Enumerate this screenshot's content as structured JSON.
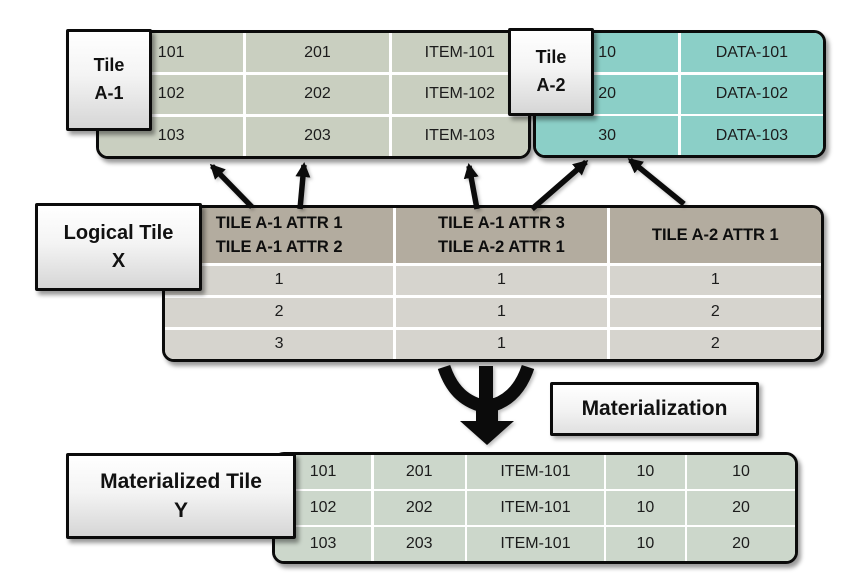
{
  "tiles": {
    "a1": {
      "label": [
        "Tile",
        "A-1"
      ],
      "rows": [
        [
          "101",
          "201",
          "ITEM-101"
        ],
        [
          "102",
          "202",
          "ITEM-102"
        ],
        [
          "103",
          "203",
          "ITEM-103"
        ]
      ]
    },
    "a2": {
      "label": [
        "Tile",
        "A-2"
      ],
      "rows": [
        [
          "10",
          "DATA-101"
        ],
        [
          "20",
          "DATA-102"
        ],
        [
          "30",
          "DATA-103"
        ]
      ]
    },
    "logical": {
      "label": [
        "Logical Tile",
        "X"
      ],
      "header_columns": [
        [
          "TILE A-1 ATTR 1",
          "TILE A-1 ATTR 2"
        ],
        [
          "TILE A-1 ATTR 3",
          "TILE A-2 ATTR 1"
        ],
        [
          "TILE A-2 ATTR 1"
        ]
      ],
      "rows": [
        [
          "1",
          "1",
          "1"
        ],
        [
          "2",
          "1",
          "2"
        ],
        [
          "3",
          "1",
          "2"
        ]
      ]
    },
    "materialized": {
      "label": [
        "Materialized Tile",
        "Y"
      ],
      "rows": [
        [
          "101",
          "201",
          "ITEM-101",
          "10",
          "10"
        ],
        [
          "102",
          "202",
          "ITEM-101",
          "10",
          "20"
        ],
        [
          "103",
          "203",
          "ITEM-101",
          "10",
          "20"
        ]
      ]
    }
  },
  "process": {
    "materialization_label": "Materialization"
  },
  "colors": {
    "tile_a1_bg": "#c9cfc0",
    "tile_a2_bg": "#8bcfc7",
    "logical_header_bg": "#b3ac9f",
    "logical_row_bg": "#d6d4ce",
    "materialized_bg": "#ccd7cb",
    "gridline": "#ffffff",
    "border": "#0b0b0b"
  }
}
